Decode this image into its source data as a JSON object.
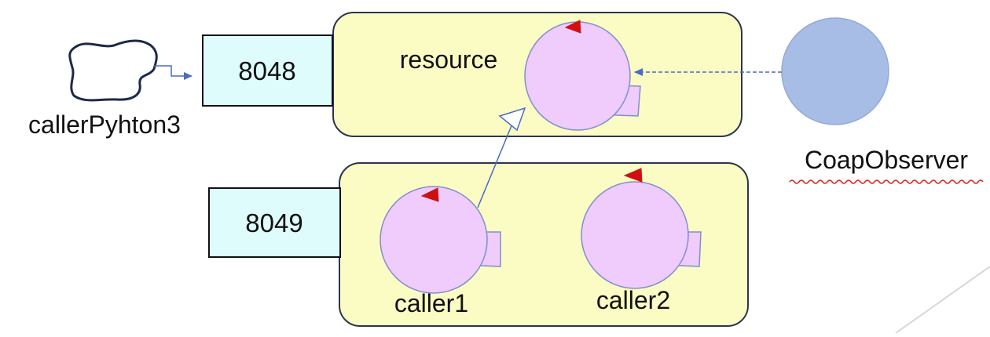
{
  "ports": {
    "top": "8048",
    "bottom": "8049"
  },
  "labels": {
    "resource": "resource",
    "caller_python": "callerPyhton3",
    "caller1": "caller1",
    "caller2": "caller2",
    "observer": "CoapObserver"
  },
  "colors": {
    "context_fill": "#fbfbc4",
    "port_fill": "#dffcfc",
    "actor_fill": "#efccfb",
    "actor_stroke": "#7e8fd0",
    "observer_fill": "#a8bde6",
    "arrow_head": "#d01010",
    "link": "#4a6cc4",
    "spell_underline": "#e02020"
  }
}
